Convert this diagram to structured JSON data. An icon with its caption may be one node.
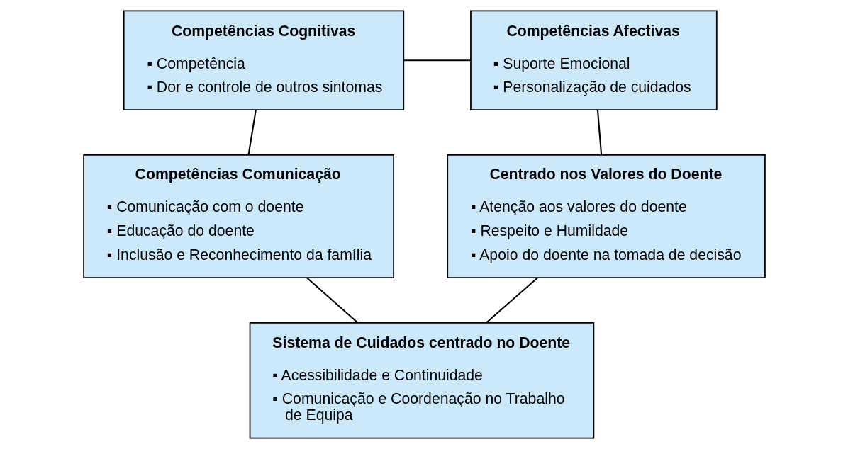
{
  "diagram": {
    "nodes": [
      {
        "text": [
          "Competências Cognitivas",
          "▪ Competência",
          "▪ Dor e controle de outros sintomas"
        ]
      },
      {
        "text": [
          "Competências Afectivas",
          "▪ Suporte Emocional",
          "▪ Personalização de cuidados"
        ]
      },
      {
        "text": [
          "Competências Comunicação",
          "▪ Comunicação com o doente",
          "▪ Educação do doente",
          "▪ Inclusão e Reconhecimento da família"
        ]
      },
      {
        "text": [
          "Centrado nos Valores do Doente",
          "▪ Atenção aos valores do doente",
          "▪ Respeito e Humildade",
          "▪ Apoio do doente na tomada de decisão"
        ]
      },
      {
        "text": [
          "Sistema de Cuidados centrado no Doente",
          "▪ Acessibilidade e Continuidade",
          "▪ Comunicação e Coordenação no Trabalho de Equipa"
        ]
      }
    ],
    "edges": [
      {
        "from": 0,
        "to": 1,
        "arrow": "none"
      },
      {
        "from": 1,
        "to": 3,
        "arrow": "none"
      },
      {
        "from": 3,
        "to": 4,
        "arrow": "none"
      },
      {
        "from": 4,
        "to": 2,
        "arrow": "none"
      },
      {
        "from": 2,
        "to": 0,
        "arrow": "none"
      }
    ]
  }
}
